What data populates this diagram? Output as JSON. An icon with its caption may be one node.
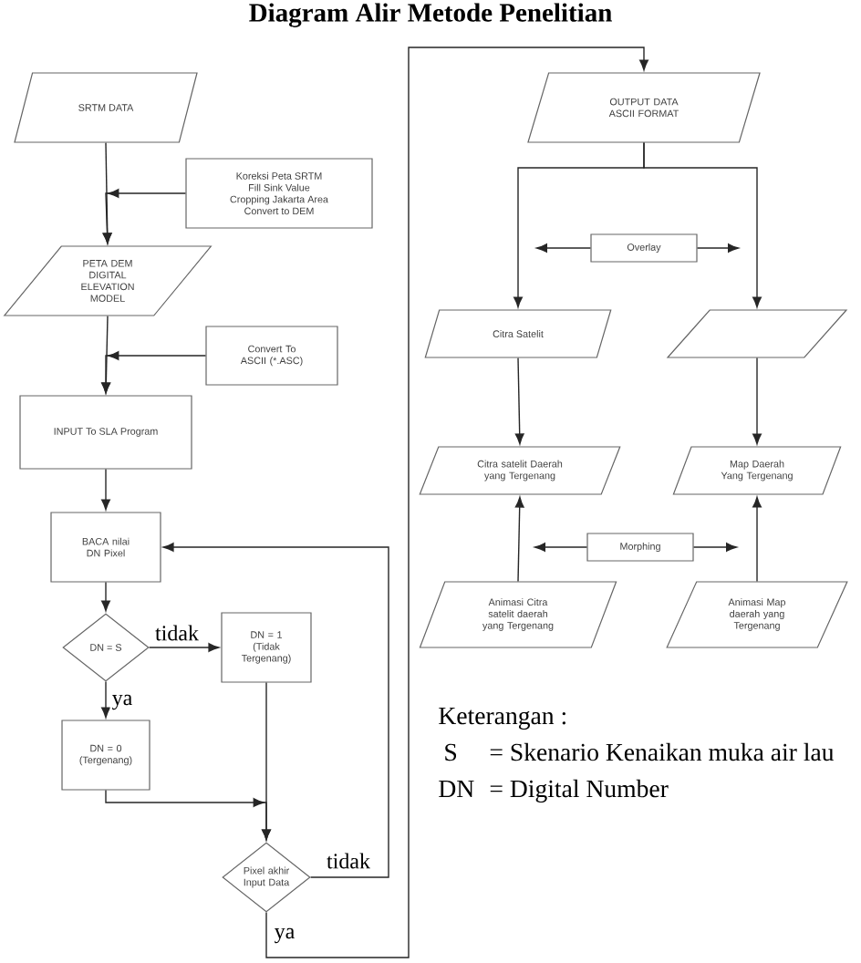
{
  "diagram": {
    "title": "Diagram Alir Metode Penelitian",
    "nodes": [
      {
        "text": [
          "SRTM DATA"
        ]
      },
      {
        "text": [
          "Koreksi Peta SRTM",
          "Fill Sink Value",
          "Cropping Jakarta Area",
          "Convert to DEM"
        ]
      },
      {
        "text": [
          "PETA DEM DIGITAL ELEVATION MODEL"
        ]
      },
      {
        "text": [
          "Convert To ASCII (*.ASC)"
        ]
      },
      {
        "text": [
          "INPUT To SLA Program"
        ]
      },
      {
        "text": [
          "BACA nilai DN Pixel"
        ]
      },
      {
        "text": [
          "DN = S"
        ]
      },
      {
        "text": [
          "DN = 1 (Tidak Tergenang)"
        ]
      },
      {
        "text": [
          "DN = 0 (Tergenang)"
        ]
      },
      {
        "text": [
          "Pixel akhir Input Data"
        ]
      },
      {
        "text": [
          "OUTPUT DATA ASCII FORMAT"
        ]
      },
      {
        "text": [
          "Overlay"
        ]
      },
      {
        "text": [
          "Citra Satelit"
        ]
      },
      {
        "text": [],
        "shape": "parallelogram"
      },
      {
        "text": [
          "Citra satelit Daerah yang Tergenang"
        ]
      },
      {
        "text": [
          "Map Daerah Yang Tergenang"
        ]
      },
      {
        "text": [
          "Morphing"
        ]
      },
      {
        "text": [
          "Animasi Citra satelit daerah yang Tergenang"
        ]
      },
      {
        "text": [
          "Animasi Map daerah yang Tergenang"
        ]
      }
    ],
    "edges": [
      {
        "from": 0,
        "to": 2,
        "arrow": "to"
      },
      {
        "from": 1,
        "to": 2,
        "arrow": "to"
      },
      {
        "from": 2,
        "to": 4,
        "arrow": "to"
      },
      {
        "from": 3,
        "to": 4,
        "arrow": "to"
      },
      {
        "from": 4,
        "to": 5,
        "arrow": "to"
      },
      {
        "from": 5,
        "to": 6,
        "arrow": "to"
      },
      {
        "from": 6,
        "to": 7,
        "arrow": "to",
        "label": "tidak"
      },
      {
        "from": 6,
        "to": 8,
        "arrow": "to",
        "label": "ya"
      },
      {
        "from": 7,
        "to": 9,
        "arrow": "to"
      },
      {
        "from": 8,
        "to": 9,
        "arrow": "to"
      },
      {
        "from": 9,
        "to": 5,
        "arrow": "to",
        "label": "tidak"
      },
      {
        "from": 9,
        "to": 10,
        "arrow": "to",
        "label": "ya"
      },
      {
        "from": 10,
        "to": 12,
        "arrow": "to"
      },
      {
        "from": 10,
        "to": 13,
        "arrow": "to"
      },
      {
        "from": 11,
        "to": null,
        "arrow": "to"
      },
      {
        "from": 11,
        "to": null,
        "arrow": "to"
      },
      {
        "from": 12,
        "to": 14,
        "arrow": "to"
      },
      {
        "from": 13,
        "to": 15,
        "arrow": "to"
      },
      {
        "from": 17,
        "to": 14,
        "arrow": "to"
      },
      {
        "from": 18,
        "to": 15,
        "arrow": "to"
      },
      {
        "from": 16,
        "to": null,
        "arrow": "to"
      },
      {
        "from": 16,
        "to": null,
        "arrow": "to"
      }
    ],
    "labels": [
      "Keterangan :",
      "S",
      "= Skenario Kenaikan muka air lau",
      "DN",
      "= Digital Number"
    ]
  }
}
